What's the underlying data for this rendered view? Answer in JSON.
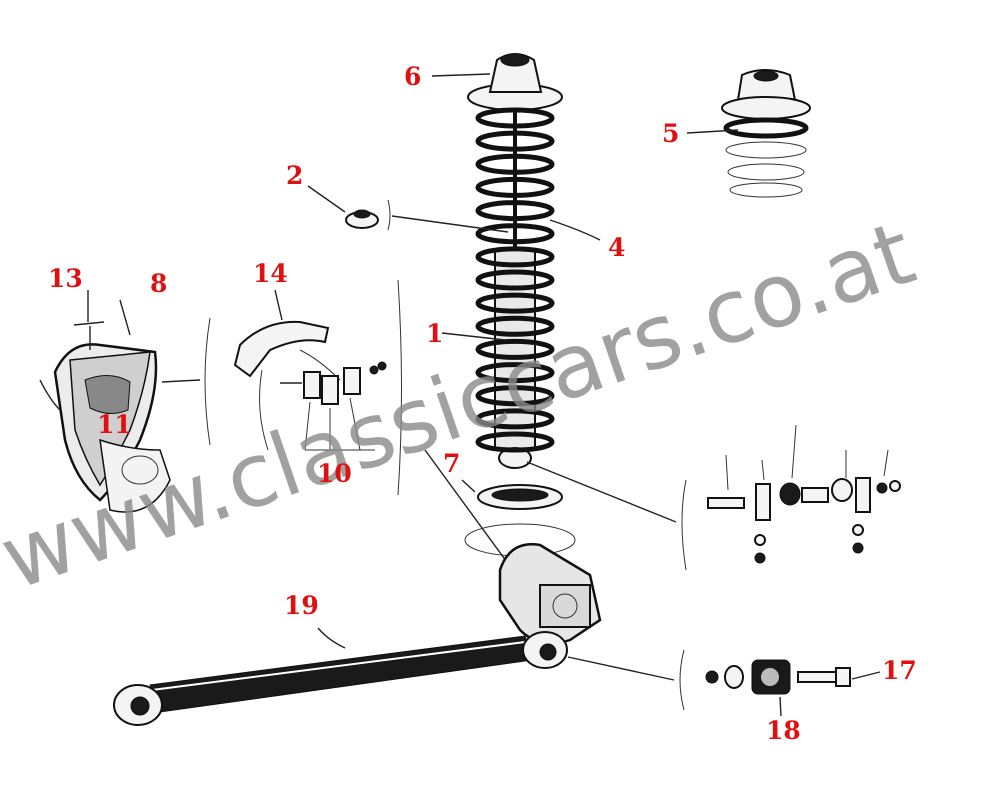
{
  "watermark": "www.classiccars.co.at",
  "callouts": [
    {
      "id": "6",
      "label": "6"
    },
    {
      "id": "5",
      "label": "5"
    },
    {
      "id": "2",
      "label": "2"
    },
    {
      "id": "4",
      "label": "4"
    },
    {
      "id": "13",
      "label": "13"
    },
    {
      "id": "8",
      "label": "8"
    },
    {
      "id": "14",
      "label": "14"
    },
    {
      "id": "1",
      "label": "1"
    },
    {
      "id": "11",
      "label": "11"
    },
    {
      "id": "10",
      "label": "10"
    },
    {
      "id": "7",
      "label": "7"
    },
    {
      "id": "19",
      "label": "19"
    },
    {
      "id": "17",
      "label": "17"
    },
    {
      "id": "18",
      "label": "18"
    }
  ],
  "colors": {
    "callout": "#e01010",
    "watermark": "#8a8a8a",
    "ink": "#111111"
  }
}
